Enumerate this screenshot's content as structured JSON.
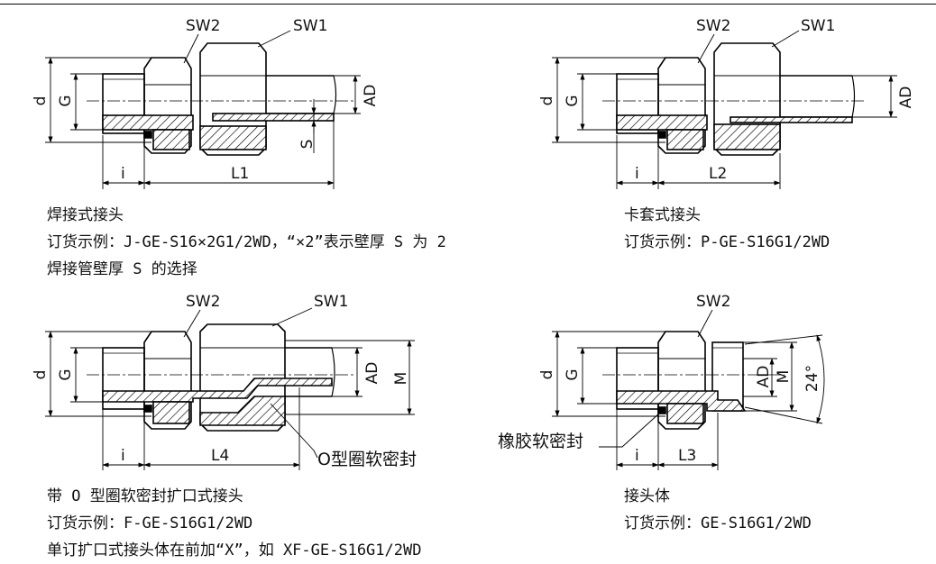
{
  "panels": {
    "weld": {
      "labels": {
        "sw2": "SW2",
        "sw1": "SW1",
        "d": "d",
        "g": "G",
        "ad": "AD",
        "s": "S",
        "i": "i",
        "len": "L1"
      },
      "caption": [
        "焊接式接头",
        "订货示例：J-GE-S16×2G1/2WD，“×2”表示壁厚 S 为 2",
        "焊接管壁厚 S 的选择"
      ]
    },
    "ferrule": {
      "labels": {
        "sw2": "SW2",
        "sw1": "SW1",
        "d": "d",
        "g": "G",
        "ad": "AD",
        "i": "i",
        "len": "L2"
      },
      "caption": [
        "卡套式接头",
        "订货示例：P-GE-S16G1/2WD"
      ]
    },
    "flare": {
      "labels": {
        "sw2": "SW2",
        "sw1": "SW1",
        "d": "d",
        "g": "G",
        "ad": "AD",
        "m": "M",
        "i": "i",
        "len": "L4",
        "callout": "O型圈软密封"
      },
      "caption": [
        "带 O 型圈软密封扩口式接头",
        "订货示例：F-GE-S16G1/2WD",
        "单订扩口式接头体在前加“X”，如 XF-GE-S16G1/2WD"
      ]
    },
    "body": {
      "labels": {
        "sw2": "SW2",
        "d": "d",
        "g": "G",
        "ad": "AD",
        "m": "M",
        "angle": "24°",
        "i": "i",
        "len": "L3",
        "callout": "橡胶软密封"
      },
      "caption": [
        "接头体",
        "订货示例：GE-S16G1/2WD"
      ]
    }
  }
}
